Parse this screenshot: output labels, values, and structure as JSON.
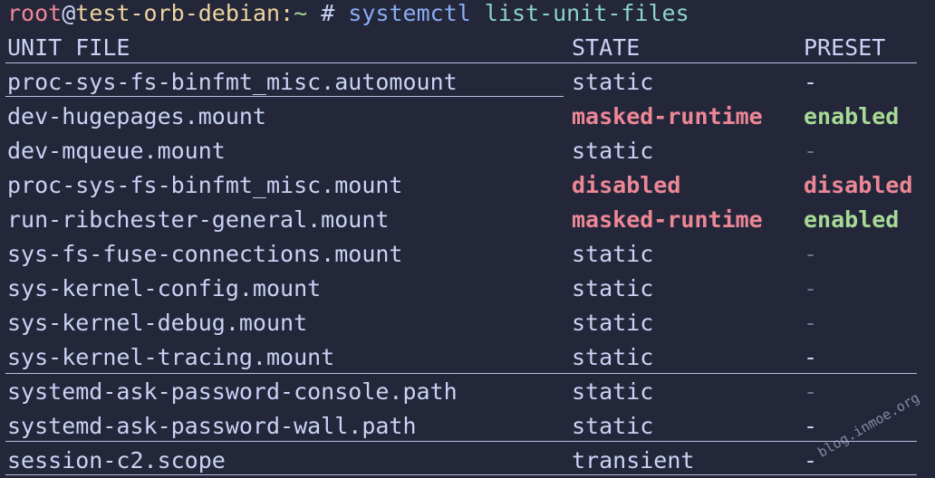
{
  "prompt": {
    "user": "root",
    "at": "@",
    "host": "test-orb-debian",
    "colon": ":",
    "cwd": "~",
    "symbol": " # ",
    "command": "systemctl",
    "args": " list-unit-files"
  },
  "header": {
    "unit": "UNIT FILE",
    "state": "STATE",
    "preset": "PRESET"
  },
  "rows": [
    {
      "unit": "proc-sys-fs-binfmt_misc.automount",
      "state": "static",
      "preset": "-"
    },
    {
      "unit": "dev-hugepages.mount",
      "state": "masked-runtime",
      "preset": "enabled"
    },
    {
      "unit": "dev-mqueue.mount",
      "state": "static",
      "preset": "-"
    },
    {
      "unit": "proc-sys-fs-binfmt_misc.mount",
      "state": "disabled",
      "preset": "disabled"
    },
    {
      "unit": "run-ribchester-general.mount",
      "state": "masked-runtime",
      "preset": "enabled"
    },
    {
      "unit": "sys-fs-fuse-connections.mount",
      "state": "static",
      "preset": "-"
    },
    {
      "unit": "sys-kernel-config.mount",
      "state": "static",
      "preset": "-"
    },
    {
      "unit": "sys-kernel-debug.mount",
      "state": "static",
      "preset": "-"
    },
    {
      "unit": "sys-kernel-tracing.mount",
      "state": "static",
      "preset": "-"
    },
    {
      "unit": "systemd-ask-password-console.path",
      "state": "static",
      "preset": "-"
    },
    {
      "unit": "systemd-ask-password-wall.path",
      "state": "static",
      "preset": "-"
    },
    {
      "unit": "session-c2.scope",
      "state": "transient",
      "preset": "-"
    }
  ],
  "watermark": "blog.inmoe.org",
  "colors": {
    "background": "#24273a",
    "text": "#cad3f5",
    "red": "#ed8796",
    "yellow": "#eed49f",
    "blue": "#8aadf4",
    "green": "#a6da95"
  }
}
